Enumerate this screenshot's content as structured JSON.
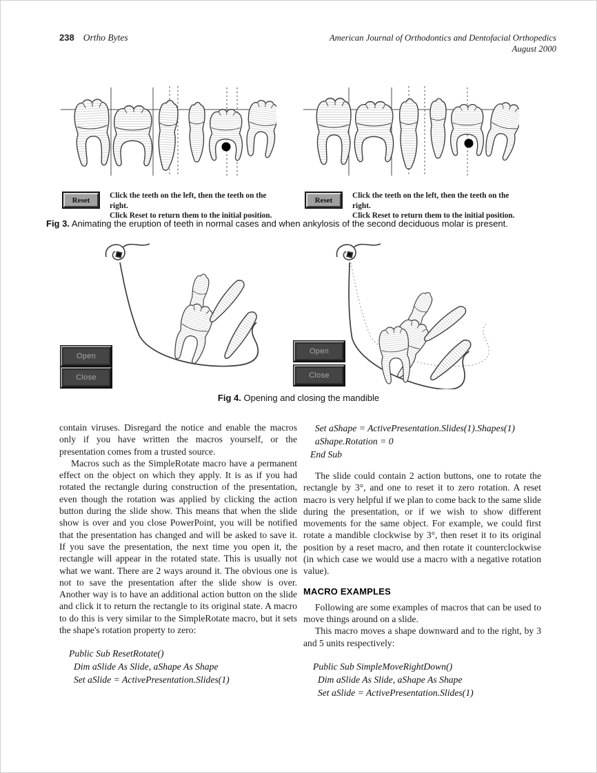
{
  "header": {
    "page_number": "238",
    "section": "Ortho Bytes",
    "journal": "American Journal of Orthodontics and Dentofacial Orthopedics",
    "issue": "August 2000"
  },
  "fig3": {
    "caption_label": "Fig 3.",
    "caption_text": " Animating the eruption of teeth in normal cases and when ankylosis of the second deciduous molar is present.",
    "panels": [
      {
        "reset_label": "Reset",
        "instruction_line1": "Click the teeth on the left, then the teeth on the right.",
        "instruction_line2": "Click Reset to return them to the initial position."
      },
      {
        "reset_label": "Reset",
        "instruction_line1": "Click the teeth on the left, then the teeth on the right.",
        "instruction_line2": "Click Reset to return them to the initial position."
      }
    ]
  },
  "fig4": {
    "caption_label": "Fig 4.",
    "caption_text": " Opening and closing the mandible",
    "panels": [
      {
        "open_label": "Open",
        "close_label": "Close"
      },
      {
        "open_label": "Open",
        "close_label": "Close"
      }
    ]
  },
  "columns": {
    "left": {
      "para1": "contain viruses. Disregard the notice and enable the macros only if you have written the macros yourself, or the presentation comes from a trusted source.",
      "para2": "Macros such as the SimpleRotate macro have a permanent effect on the object on which they apply. It is as if you had rotated the rectangle during construction of the presentation, even though the rotation was applied by clicking the action button during the slide show. This means that when the slide show is over and you close PowerPoint, you will be notified that the presentation has changed and will be asked to save it. If you save the presentation, the next time you open it, the rectangle will appear in the rotated state. This is usually not what we want. There are 2 ways around it. The obvious one is not to save the presentation after the slide show is over. Another way is to have an additional action button on the slide and click it to return the rectangle to its original state. A macro to do this is very similar to the SimpleRotate macro, but it sets the shape's rotation property to zero:",
      "code": [
        "Public Sub ResetRotate()",
        "  Dim aSlide As Slide, aShape As Shape",
        "  Set aSlide = ActivePresentation.Slides(1)"
      ]
    },
    "right": {
      "code1": [
        "  Set aShape = ActivePresentation.Slides(1).Shapes(1)",
        "  aShape.Rotation = 0",
        "End Sub"
      ],
      "para1": "The slide could contain 2 action buttons, one to rotate the rectangle by 3°, and one to reset it to zero rotation. A reset macro is very helpful if we plan to come back to the same slide during the presentation, or if we wish to show different movements for the same object. For example, we could first rotate a mandible clockwise by 3°, then reset it to its original position by a reset macro, and then rotate it counterclockwise (in which case we would use a macro with a negative rotation value).",
      "heading": "MACRO EXAMPLES",
      "para2": "Following are some examples of macros that can be used to move things around on a slide.",
      "para3": "This macro moves a shape downward and to the right, by 3 and 5 units respectively:",
      "code2": [
        "Public Sub SimpleMoveRightDown()",
        "  Dim aSlide As Slide, aShape As Shape",
        "  Set aSlide = ActivePresentation.Slides(1)"
      ]
    }
  },
  "colors": {
    "page_background": "#ffffff",
    "body_text": "#1b1b1b",
    "figure_button_dark": "#454545",
    "figure_button_gray": "#a0a0a0",
    "ankylosis_marker": "#000000"
  }
}
